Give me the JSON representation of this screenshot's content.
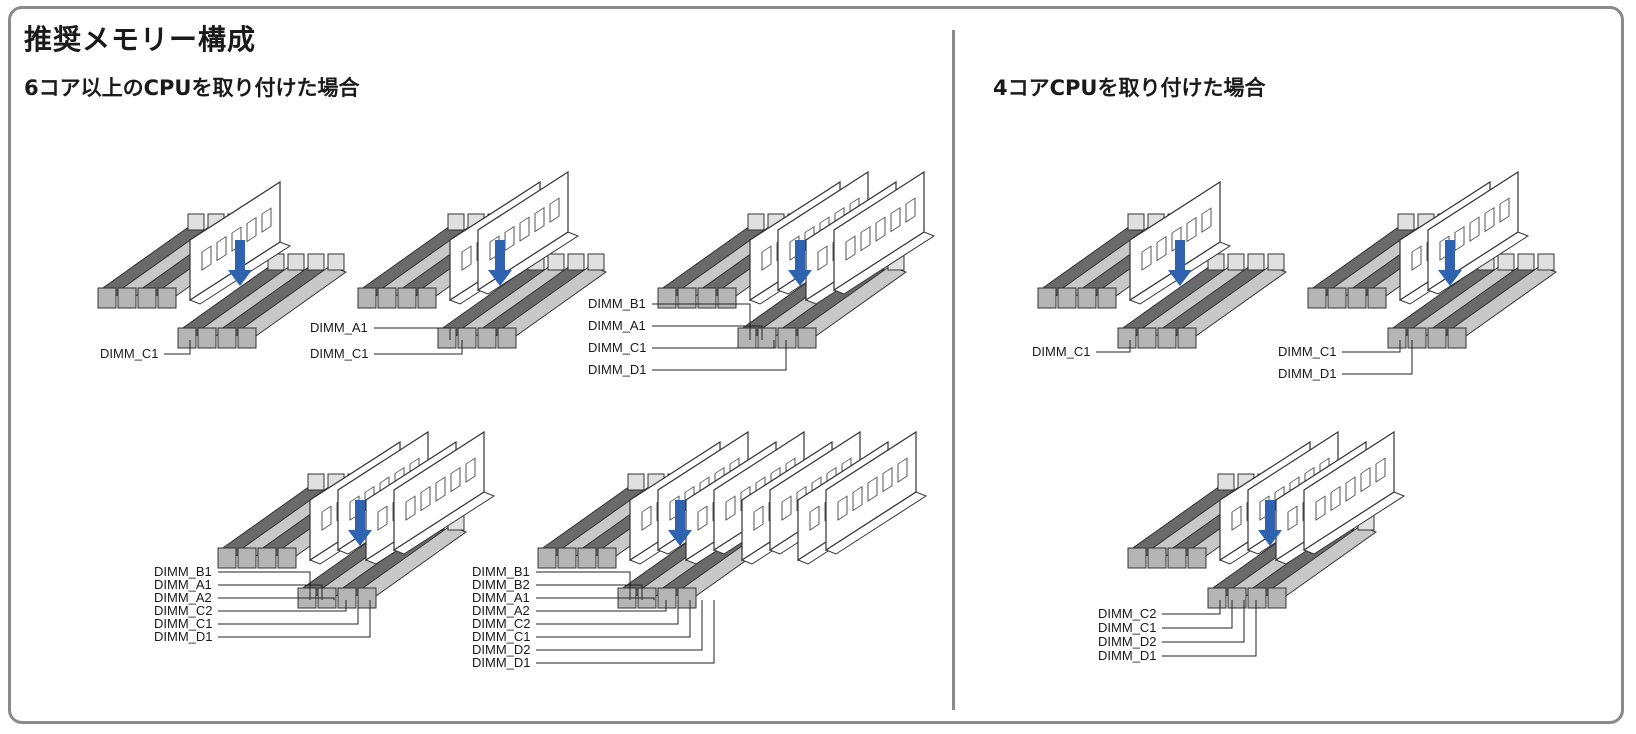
{
  "title": "推奨メモリー構成",
  "sections": [
    {
      "heading": "6コア以上のCPUを取り付けた場合",
      "configs": [
        {
          "labels": [
            "DIMM_C1"
          ]
        },
        {
          "labels": [
            "DIMM_A1",
            "DIMM_C1"
          ]
        },
        {
          "labels": [
            "DIMM_B1",
            "DIMM_A1",
            "DIMM_C1",
            "DIMM_D1"
          ]
        },
        {
          "labels": [
            "DIMM_B1",
            "DIMM_A1",
            "DIMM_A2",
            "DIMM_C2",
            "DIMM_C1",
            "DIMM_D1"
          ]
        },
        {
          "labels": [
            "DIMM_B1",
            "DIMM_B2",
            "DIMM_A1",
            "DIMM_A2",
            "DIMM_C2",
            "DIMM_C1",
            "DIMM_D2",
            "DIMM_D1"
          ]
        }
      ]
    },
    {
      "heading": "4コアCPUを取り付けた場合",
      "configs": [
        {
          "labels": [
            "DIMM_C1"
          ]
        },
        {
          "labels": [
            "DIMM_C1",
            "DIMM_D1"
          ]
        },
        {
          "labels": [
            "DIMM_C2",
            "DIMM_C1",
            "DIMM_D2",
            "DIMM_D1"
          ]
        }
      ]
    }
  ],
  "colors": {
    "arrow": "#2f63b0",
    "slot_dark": "#6a6a6a",
    "slot_light": "#c8c8c8",
    "frame": "#8a8a8a"
  }
}
